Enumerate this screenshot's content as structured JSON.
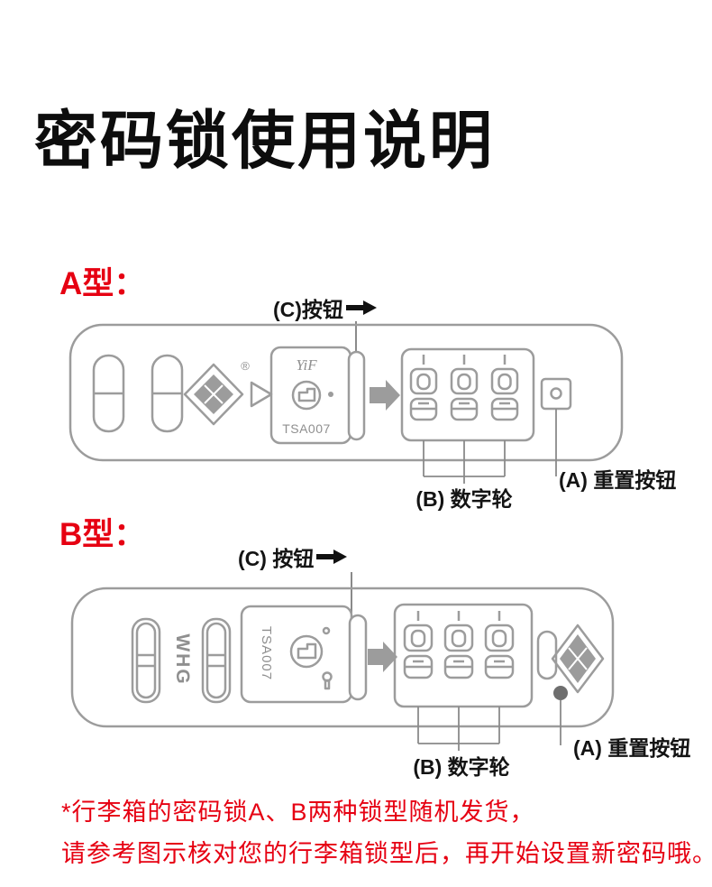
{
  "title": "密码锁使用说明",
  "colors": {
    "accent_red": "#e60012",
    "line_gray": "#9c9c9c",
    "label_dark": "#141414"
  },
  "type_a": {
    "heading": "A型：",
    "callout_c": "(C)按钮",
    "callout_a": "(A) 重置按钮",
    "callout_b": "(B) 数字轮",
    "brand": "YiF",
    "model": "TSA007",
    "registered_mark": "®"
  },
  "type_b": {
    "heading": "B型：",
    "callout_c": "(C) 按钮",
    "callout_a": "(A) 重置按钮",
    "callout_b": "(B) 数字轮",
    "brand": "WHG",
    "model": "TSA007"
  },
  "footnote": {
    "line1": "*行李箱的密码锁A、B两种锁型随机发货，",
    "line2": "请参考图示核对您的行李箱锁型后，再开始设置新密码哦。"
  }
}
